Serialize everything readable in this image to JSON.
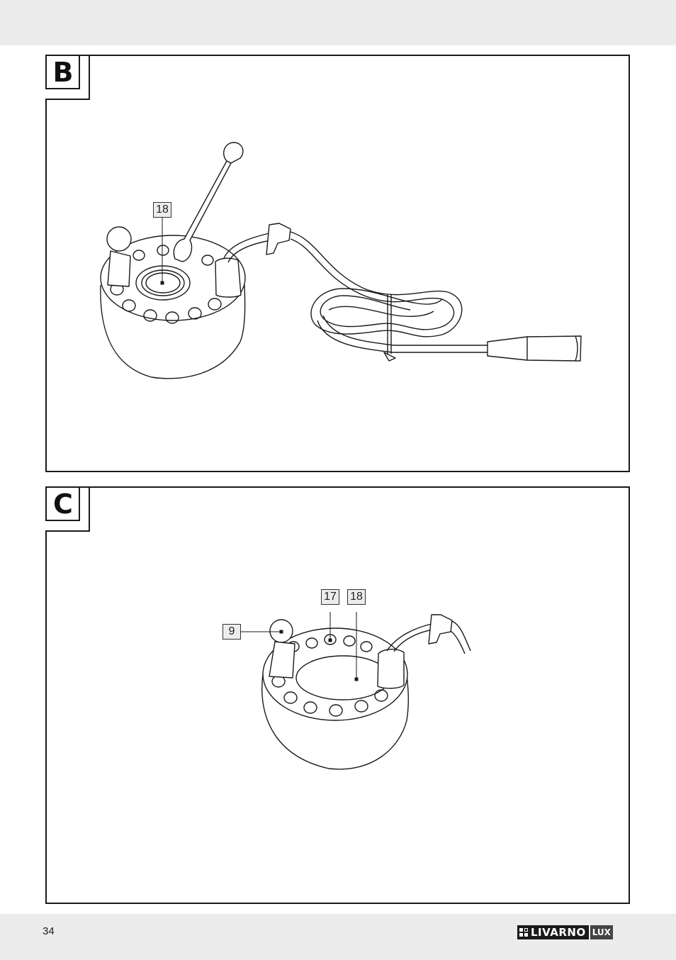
{
  "panels": [
    {
      "letter": "B",
      "callouts": [
        "18"
      ]
    },
    {
      "letter": "C",
      "callouts": [
        "17",
        "18",
        "9"
      ]
    }
  ],
  "footer": {
    "page_number": "34",
    "brand": "LIVARNO",
    "brand_suffix": "LUX"
  },
  "colors": {
    "band": "#ececec",
    "line": "#1a1a1a",
    "logo": "#1a1a1a"
  }
}
